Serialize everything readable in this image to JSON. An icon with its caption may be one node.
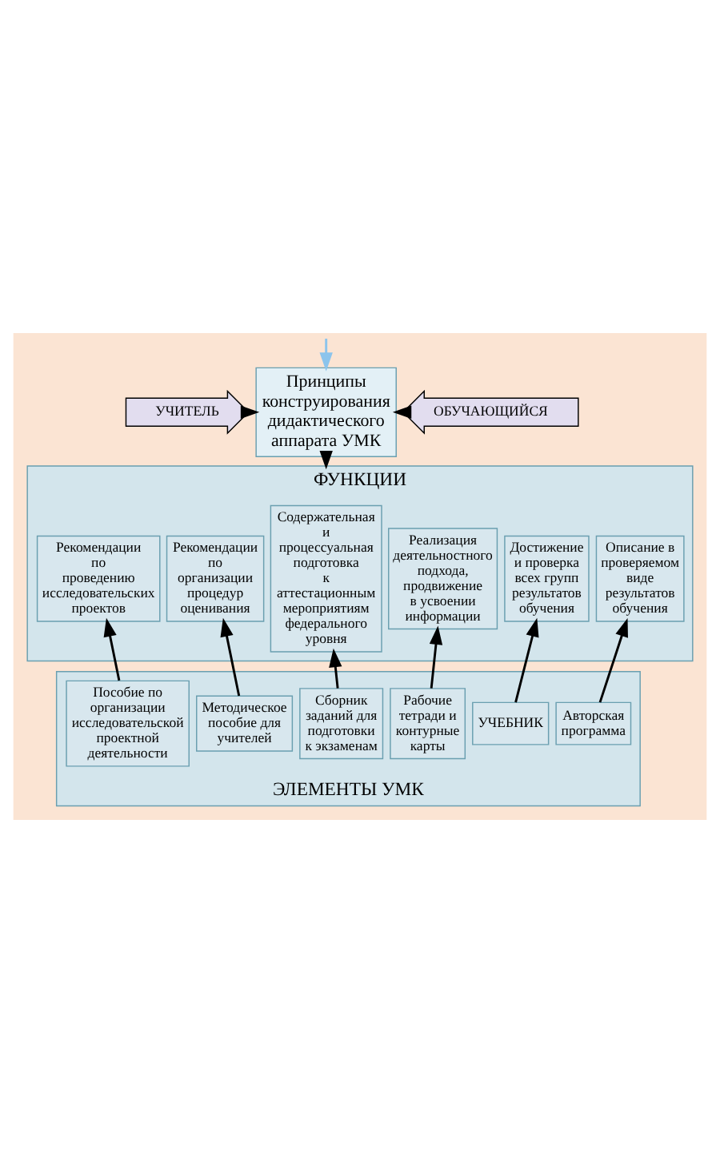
{
  "diagram": {
    "nodes": [
      {
        "text": [
          "Принципы конструирования дидактического аппарата УМК"
        ]
      },
      {
        "text": [
          "УЧИТЕЛЬ"
        ]
      },
      {
        "text": [
          "ОБУЧАЮЩИЙСЯ"
        ]
      },
      {
        "text": [
          "ФУНКЦИИ"
        ]
      },
      {
        "text": [
          "Описание в проверяемом виде результатов обучения"
        ],
        "in": 3
      },
      {
        "text": [
          "Достижение и проверка всех групп результатов обучения"
        ],
        "in": 3
      },
      {
        "text": [
          "Реализация деятельностного подхода, продвижение в усвоении информации"
        ],
        "in": 3
      },
      {
        "text": [
          "Содержательная и процессуальная подготовка к аттестационным мероприятиям федерального уровня"
        ],
        "in": 3
      },
      {
        "text": [
          "Рекомендации по организации процедур оценивания"
        ],
        "in": 3
      },
      {
        "text": [
          "Рекомендации по проведению исследовательских проектов"
        ],
        "in": 3
      },
      {
        "text": [
          "ЭЛЕМЕНТЫ УМК"
        ]
      },
      {
        "text": [
          "Авторская программа"
        ],
        "in": 10
      },
      {
        "text": [
          "УЧЕБНИК"
        ],
        "in": 10
      },
      {
        "text": [
          "Рабочие тетради и контурные карты"
        ],
        "in": 10
      },
      {
        "text": [
          "Сборник заданий для подготовки к экзаменам"
        ],
        "in": 10
      },
      {
        "text": [
          "Методическое пособие для учителей"
        ],
        "in": 10
      },
      {
        "text": [
          "Пособие по организации исследовательской проектной деятельности"
        ],
        "in": 10
      }
    ],
    "edges": [
      {
        "from": null,
        "to": 0,
        "arrow": "to",
        "color": "#8cc4ec"
      },
      {
        "from": 1,
        "to": 0,
        "arrow": "to"
      },
      {
        "from": 2,
        "to": 0,
        "arrow": "to"
      },
      {
        "from": 0,
        "to": 3,
        "arrow": "to"
      },
      {
        "from": 11,
        "to": 4,
        "arrow": "to"
      },
      {
        "from": 12,
        "to": 5,
        "arrow": "to"
      },
      {
        "from": 13,
        "to": 6,
        "arrow": "to"
      },
      {
        "from": 14,
        "to": 7,
        "arrow": "to"
      },
      {
        "from": 15,
        "to": 8,
        "arrow": "to"
      },
      {
        "from": 16,
        "to": 9,
        "arrow": "to"
      }
    ]
  }
}
